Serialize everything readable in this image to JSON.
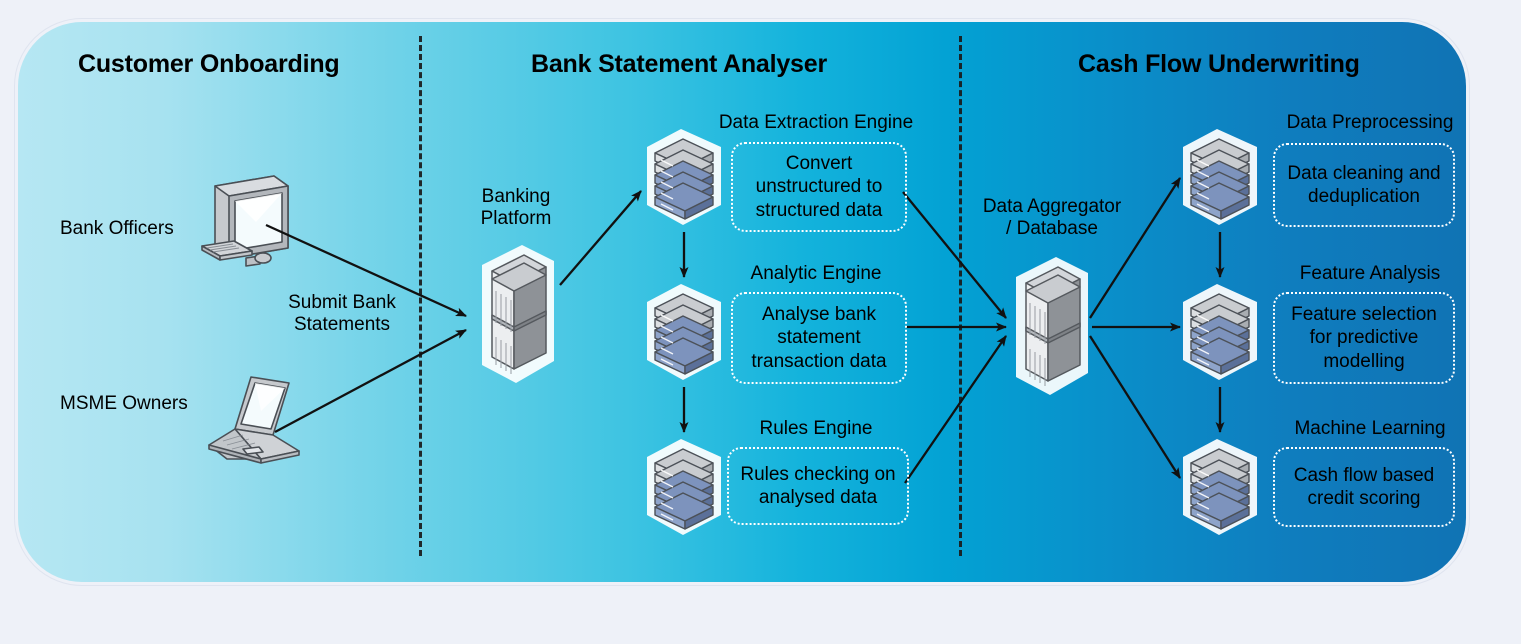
{
  "diagram": {
    "title_visible": false,
    "columns": [
      {
        "id": "customer-onboarding",
        "title": "Customer Onboarding"
      },
      {
        "id": "bank-statement-analyser",
        "title": "Bank Statement Analyser"
      },
      {
        "id": "cash-flow-underwriting",
        "title": "Cash Flow Underwriting"
      }
    ],
    "actors": [
      {
        "id": "bank-officers",
        "label": "Bank Officers",
        "icon": "desktop-computer-icon"
      },
      {
        "id": "msme-owners",
        "label": "MSME Owners",
        "icon": "laptop-computer-icon"
      }
    ],
    "edge_labels": [
      {
        "id": "submit-bank-statements",
        "label": "Submit Bank\nStatements"
      }
    ],
    "nodes": [
      {
        "id": "banking-platform",
        "label": "Banking\nPlatform",
        "icon": "server-tower-icon",
        "box": null
      },
      {
        "id": "data-extraction-engine",
        "label": "Data Extraction Engine",
        "icon": "server-stack-icon",
        "box": "Convert\nunstructured to\nstructured data"
      },
      {
        "id": "analytic-engine",
        "label": "Analytic Engine",
        "icon": "server-stack-icon",
        "box": "Analyse bank\nstatement\ntransaction data"
      },
      {
        "id": "rules-engine",
        "label": "Rules Engine",
        "icon": "server-stack-icon",
        "box": "Rules checking on\nanalysed data"
      },
      {
        "id": "data-aggregator-database",
        "label": "Data Aggregator\n/ Database",
        "icon": "server-tower-icon",
        "box": null
      },
      {
        "id": "data-preprocessing",
        "label": "Data Preprocessing",
        "icon": "server-stack-icon",
        "box": "Data cleaning and\ndeduplication"
      },
      {
        "id": "feature-analysis",
        "label": "Feature Analysis",
        "icon": "server-stack-icon",
        "box": "Feature selection\nfor predictive\nmodelling"
      },
      {
        "id": "machine-learning",
        "label": "Machine Learning",
        "icon": "server-stack-icon",
        "box": "Cash flow based\ncredit scoring"
      }
    ],
    "colors": {
      "outer_background": "#eef1f8",
      "gradient_start": "#b6e7f3",
      "gradient_mid": "#14b3dc",
      "gradient_end": "#1073b4",
      "arrow": "#111111",
      "dashed_divider": "#1a1a1a",
      "dashed_box_border": "#ffffff",
      "text": "#000000",
      "server_grey": "#b9bcc0",
      "server_blue": "#5a76a8"
    }
  }
}
